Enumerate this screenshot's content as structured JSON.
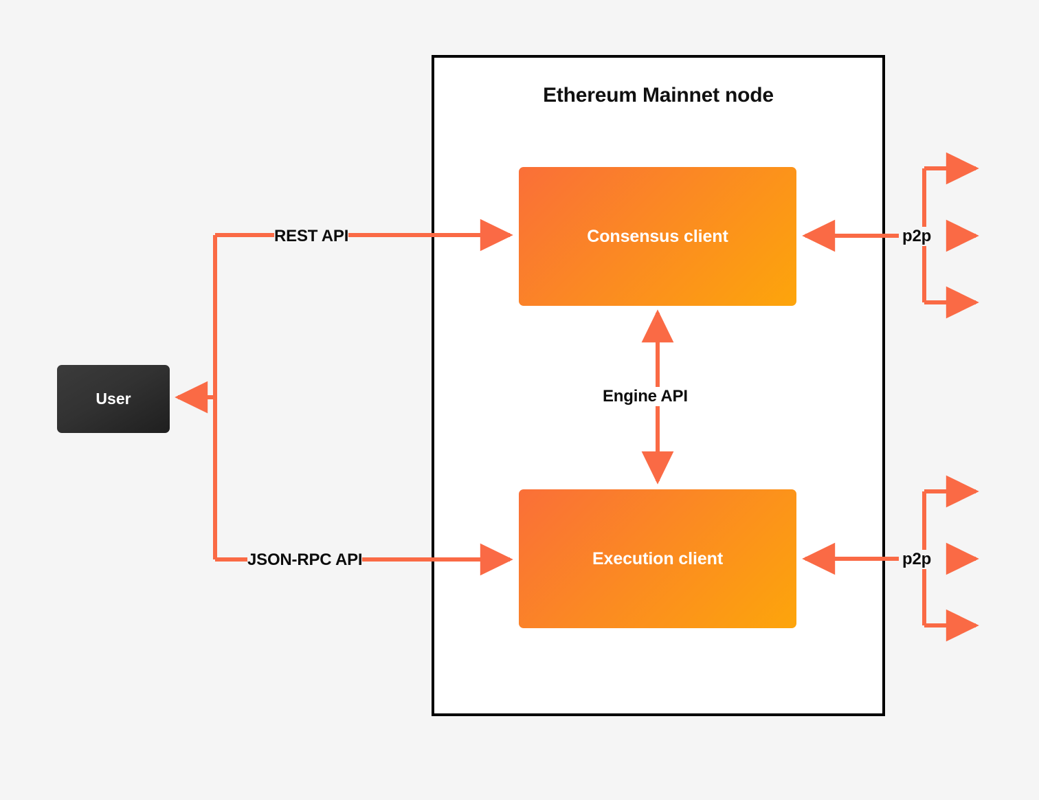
{
  "diagram": {
    "title": "Ethereum Mainnet node",
    "background_color": "#f5f5f5",
    "accent_color": "#fa6a45",
    "node_border_color": "#000000",
    "client_gradient_from": "#fa6f38",
    "client_gradient_to": "#fda50b",
    "user_box_color": "#323232"
  },
  "nodes": {
    "user": {
      "label": "User"
    },
    "consensus_client": {
      "label": "Consensus client"
    },
    "execution_client": {
      "label": "Execution client"
    }
  },
  "edges": {
    "rest_api": {
      "label": "REST API",
      "from": "user",
      "to": "consensus_client"
    },
    "json_rpc_api": {
      "label": "JSON-RPC API",
      "from": "user",
      "to": "execution_client"
    },
    "engine_api": {
      "label": "Engine API",
      "from": "consensus_client",
      "to": "execution_client",
      "bidirectional": true
    },
    "p2p_consensus": {
      "label": "p2p",
      "peer_count": 3
    },
    "p2p_execution": {
      "label": "p2p",
      "peer_count": 3
    }
  }
}
